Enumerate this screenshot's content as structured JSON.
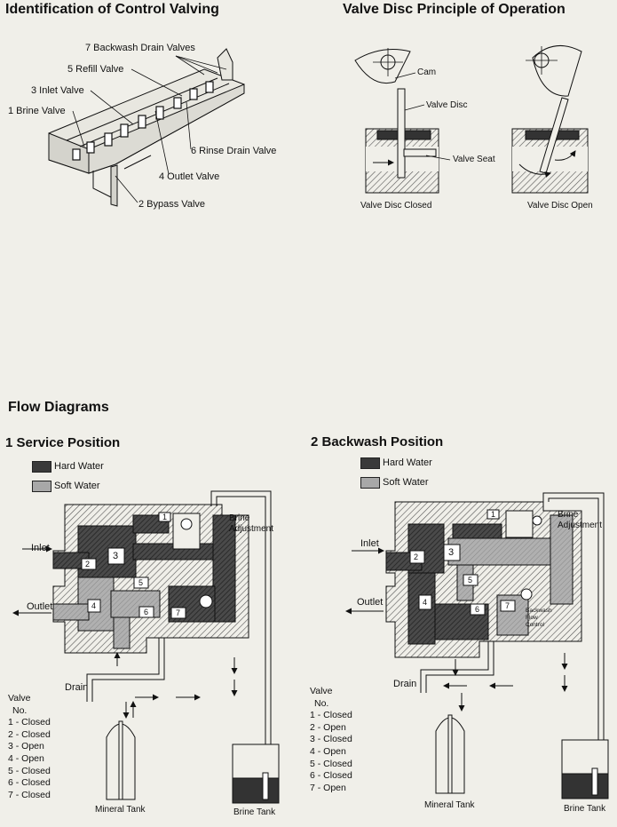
{
  "headings": {
    "control": "Identification of Control Valving",
    "principle": "Valve Disc Principle of Operation",
    "flow": "Flow Diagrams",
    "service": "1 Service Position",
    "backwash": "2 Backwash Position"
  },
  "control_labels": {
    "backwash_drain": "7 Backwash Drain Valves",
    "refill": "5 Refill Valve",
    "inlet": "3 Inlet Valve",
    "brine": "1 Brine Valve",
    "rinse_drain": "6 Rinse Drain Valve",
    "outlet": "4 Outlet Valve",
    "bypass": "2 Bypass Valve"
  },
  "principle_labels": {
    "cam": "Cam",
    "disc": "Valve Disc",
    "seat": "Valve Seat",
    "closed": "Valve Disc Closed",
    "open": "Valve Disc Open"
  },
  "legend": {
    "hard": "Hard Water",
    "soft": "Soft Water"
  },
  "colors": {
    "hard": "#3a3a3a",
    "soft": "#a8a8a8",
    "paper": "#f0efe9"
  },
  "diagram_labels": {
    "inlet": "Inlet",
    "outlet": "Outlet",
    "drain": "Drain",
    "brine_adjustment_1": "Brine",
    "brine_adjustment_2": "Adjustment",
    "mineral_tank": "Mineral Tank",
    "brine_tank": "Brine Tank",
    "backwash_flow_control_1": "Backwash",
    "backwash_flow_control_2": "Flow",
    "backwash_flow_control_3": "Control"
  },
  "service_table": {
    "title1": "Valve",
    "title2": "No.",
    "rows": [
      "1 - Closed",
      "2 - Closed",
      "3 - Open",
      "4 - Open",
      "5 - Closed",
      "6 - Closed",
      "7 - Closed"
    ]
  },
  "backwash_table": {
    "title1": "Valve",
    "title2": "No.",
    "rows": [
      "1 - Closed",
      "2 - Open",
      "3 - Closed",
      "4 - Open",
      "5 - Closed",
      "6 - Closed",
      "7 - Open"
    ]
  },
  "valve_numbers": [
    "1",
    "2",
    "3",
    "4",
    "5",
    "6",
    "7"
  ]
}
